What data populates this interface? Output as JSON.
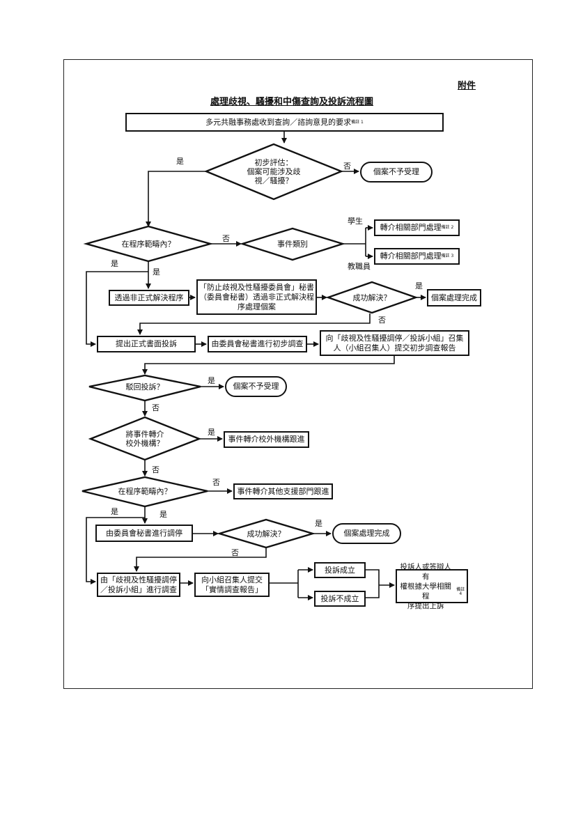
{
  "page": {
    "annex": "附件",
    "title": "處理歧視、騷擾和中傷查詢及投訴流程圖"
  },
  "boxes": {
    "receive": "多元共融事務處收到查詢／諮詢意見的要求",
    "receive_note": "備註 1",
    "reject1": "個案不予受理",
    "refer_dept": "轉介相關部門處理",
    "refer_dept_note": "備註 2",
    "refer_hr": "轉介相關部門處理",
    "refer_hr_note": "備註 3",
    "informal": "透過非正式解決程序",
    "secretary_informal": "「防止歧視及性騷擾委員會」秘書\n（委員會秘書）透過非正式解決程\n序處理個案",
    "closed1": "個案處理完成",
    "formal": "提出正式書面投訴",
    "prelim": "由委員會秘書進行初步調查",
    "report_convenor": "向「歧視及性騷擾調停／投訴小組」召集\n人（小組召集人）提交初步調查報告",
    "reject2": "個案不予受理",
    "external": "事件轉介校外機構跟進",
    "other_unit": "事件轉介其他支援部門跟進",
    "mediation": "由委員會秘書進行調停",
    "closed2": "個案處理完成",
    "investigate": "由「歧視及性騷擾調停\n／投訴小組」進行調查",
    "report_panel": "向小組召集人提交\n「實情調查報告」",
    "upheld": "投訴成立",
    "not_upheld": "投訴不成立",
    "appeal": "投訴人或答辯人有\n權根據大學相關程\n序提出上訴",
    "appeal_note": "備註 4"
  },
  "decisions": {
    "assess": "初步評估：\n個案可能涉及歧\n視／騷擾？",
    "scope1": "在程序範疇內？",
    "category": "事件類別",
    "success1": "成功解決？",
    "dismiss": "駁回投訴？",
    "refer_external": "將事件轉介\n校外機構？",
    "scope2": "在程序範疇內？",
    "success2": "成功解決？"
  },
  "labels": {
    "yes": "是",
    "no": "否",
    "student": "學生",
    "staff": "教職員"
  }
}
